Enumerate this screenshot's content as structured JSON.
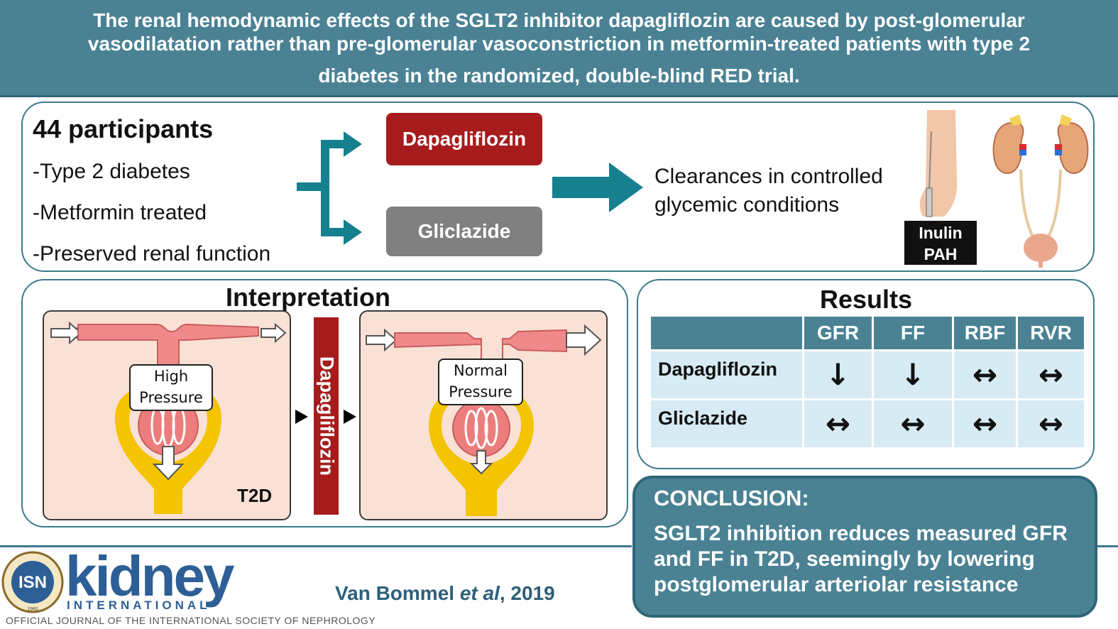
{
  "title": {
    "line1": "The renal hemodynamic effects of the SGLT2 inhibitor dapagliflozin are caused by post-glomerular",
    "line2": "vasodilatation rather than pre-glomerular vasoconstriction in metformin-treated patients with type 2",
    "line3": "diabetes in the randomized, double-blind RED trial."
  },
  "design": {
    "participants": "44 participants",
    "criteria": [
      "-Type 2 diabetes",
      "-Metformin treated",
      "-Preserved renal function"
    ],
    "arms": [
      "Dapagliflozin",
      "Gliclazide"
    ],
    "clearances_line1": "Clearances in controlled",
    "clearances_line2": "glycemic conditions",
    "markers": [
      "Inulin",
      "PAH"
    ]
  },
  "interpretation": {
    "heading": "Interpretation",
    "left_pressure_line1": "High",
    "left_pressure_line2": "Pressure",
    "right_pressure_line1": "Normal",
    "right_pressure_line2": "Pressure",
    "condition_label": "T2D",
    "treatment_label": "Dapagliflozin"
  },
  "results": {
    "heading": "Results",
    "columns": [
      "GFR",
      "FF",
      "RBF",
      "RVR"
    ],
    "rows": [
      {
        "label": "Dapagliflozin",
        "effects": [
          "↓",
          "↓",
          "↔",
          "↔"
        ]
      },
      {
        "label": "Gliclazide",
        "effects": [
          "↔",
          "↔",
          "↔",
          "↔"
        ]
      }
    ]
  },
  "conclusion": {
    "title": "CONCLUSION:",
    "line1": "SGLT2 inhibition reduces measured GFR",
    "line2": "and FF in T2D, seemingly by lowering",
    "line3": "postglomerular arteriolar resistance"
  },
  "footer": {
    "logo_badge": "ISN",
    "logo_ring_text": "INTERNATIONAL SOCIETY OF NEPHROLOGY",
    "logo_year": "1960",
    "journal_name": "kidney",
    "journal_sub": "INTERNATIONAL",
    "journal_line": "OFFICIAL JOURNAL OF THE INTERNATIONAL SOCIETY OF NEPHROLOGY",
    "citation_author": "Van Bommel",
    "citation_etal": "et al",
    "citation_year": ", 2019"
  },
  "colors": {
    "teal": "#4a8294",
    "dark_teal": "#2f6578",
    "dapagliflozin_red": "#a61c1c",
    "gliclazide_gray": "#808080",
    "table_cell": "#d6ebf3",
    "kidney_blue": "#2d5f96"
  }
}
